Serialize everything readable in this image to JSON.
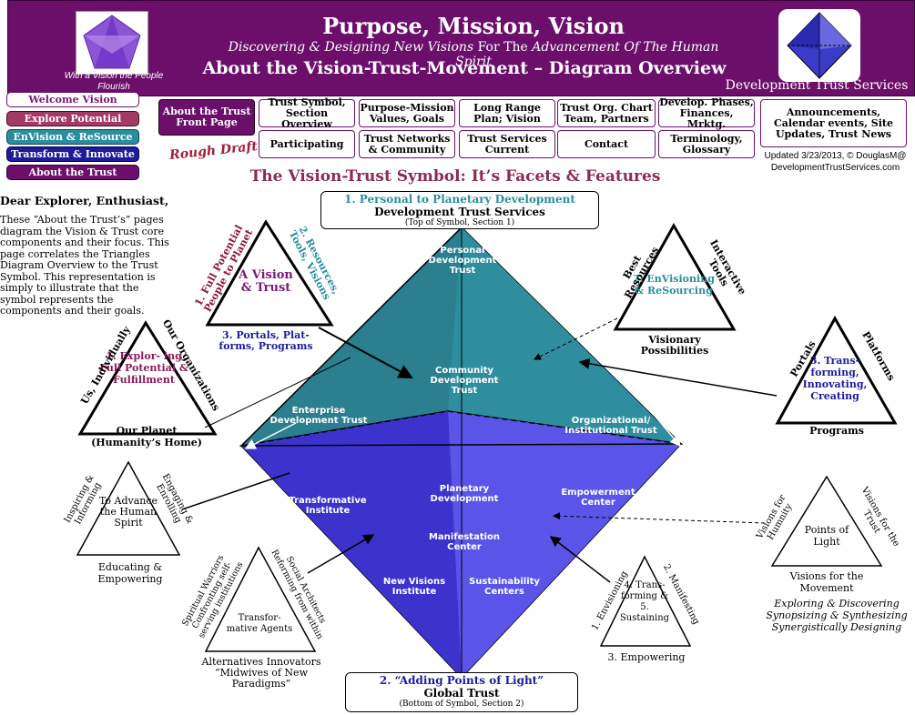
{
  "header": {
    "title": "Purpose, Mission, Vision",
    "subtitle_a": "Discovering & Designing New Visions",
    "subtitle_b": " For The ",
    "subtitle_c": "Advancement Of The Human Spirit",
    "main_title": "About the Vision-Trust-Movement – Diagram Overview",
    "org_name": "Development Trust Services",
    "tagline": "With a Vision the People Flourish"
  },
  "nav": {
    "welcome": "Welcome Vision",
    "explore": "Explore Potential",
    "envision": "EnVision & ReSource",
    "transform": "Transform & Innovate",
    "about": "About the Trust"
  },
  "topnav": {
    "front_page": "About the Trust Front Page",
    "symbol": "Trust Symbol, Section Overview",
    "purpose": "Purpose-Mission Values, Goals",
    "long_range": "Long Range Plan; Vision",
    "org_chart": "Trust Org. Chart Team, Partners",
    "phases": "Develop. Phases, Finances, Mrktg.",
    "announcements": "Announcements, Calendar events, Site Updates, Trust News",
    "participating": "Participating",
    "networks": "Trust Networks & Community",
    "services": "Trust Services Current",
    "contact": "Contact",
    "glossary": "Terminology, Glossary"
  },
  "rough_draft": "Rough Draft",
  "updated": "Updated 3/23/2013, © DouglasM@ DevelopmentTrustServices.com",
  "symbol_title": "The Vision-Trust Symbol: It’s Facets & Features",
  "intro": {
    "greeting": "Dear Explorer, Enthusiast,",
    "body": "These “About the Trust’s” pages diagram the Vision & Trust core components and their focus. This page correlates the Triangles Diagram Overview to the Trust Symbol. This representation is simply to illustrate that the symbol represents the components and their goals."
  },
  "top_box": {
    "heading": "1. Personal to Planetary Development",
    "name": "Development Trust Services",
    "note": "(Top of Symbol, Section 1)"
  },
  "bottom_box": {
    "heading": "2. “Adding Points of Light”",
    "name": "Global Trust",
    "note": "(Bottom of Symbol, Section 2)"
  },
  "facets": {
    "personal": "Personal Development Trust",
    "community": "Community Development Trust",
    "enterprise": "Enterprise Development Trust",
    "organizational": "Organizational/ Institutional Trust",
    "planetary": "Planetary Development",
    "transformative": "Transformative Institute",
    "empowerment": "Empowerment Center",
    "manifestation": "Manifestation Center",
    "new_visions": "New Visions Institute",
    "sustainability": "Sustainability Centers"
  },
  "tri_vision": {
    "center": "A Vision & Trust",
    "left": "1. Full Potential People to Planet",
    "right": "2. Resources, Tools, Visions",
    "bottom": "3. Portals, Plat- forms, Programs"
  },
  "tri_explore": {
    "center": "1. Explor- ing Full Potential & Fulfillment",
    "left": "Us, Individually",
    "right": "Our Organizations",
    "bottom": "Our Planet (Humanity’s Home)"
  },
  "tri_envision": {
    "center": "2. EnVisioning & ReSourcing",
    "left": "Best Resources",
    "right": "Interactive Tools",
    "bottom": "Visionary Possibilities"
  },
  "tri_transform": {
    "center": "3. Trans- forming, Innovating, Creating",
    "left": "Portals",
    "right": "Platforms",
    "bottom": "Programs"
  },
  "tri_advance": {
    "center": "To Advance the Human Spirit",
    "left": "Inspiring & Informing",
    "right": "Engaging & Enrolling",
    "bottom": "Educating & Empowering"
  },
  "tri_agents": {
    "center": "Transfor- mative Agents",
    "left": "Spiritual Warriors Confronting self- serving institutions",
    "right": "Social Architects Reforming from within",
    "bottom": "Alternatives Innovators “Midwives of New Paradigms”"
  },
  "tri_manifest": {
    "center": "4. Trans- forming & 5. Sustaining",
    "left": "1. Envisioning",
    "right": "2. Manifesting",
    "bottom": "3. Empowering"
  },
  "tri_light": {
    "center": "Points of Light",
    "left": "Visions for Humnity",
    "right": "Visions for the Trust",
    "bottom": "Visions for the Movement",
    "caption": "Exploring & Discovering Synopsizing & Synthesizing Synergistically Designing"
  },
  "colors": {
    "purple": "#6b0f6b",
    "teal": "#2b7f8e",
    "blue": "#3c36d0",
    "tealtext": "#2b8e9e",
    "navy": "#1c1c9a",
    "maroon": "#8a1a5a"
  }
}
